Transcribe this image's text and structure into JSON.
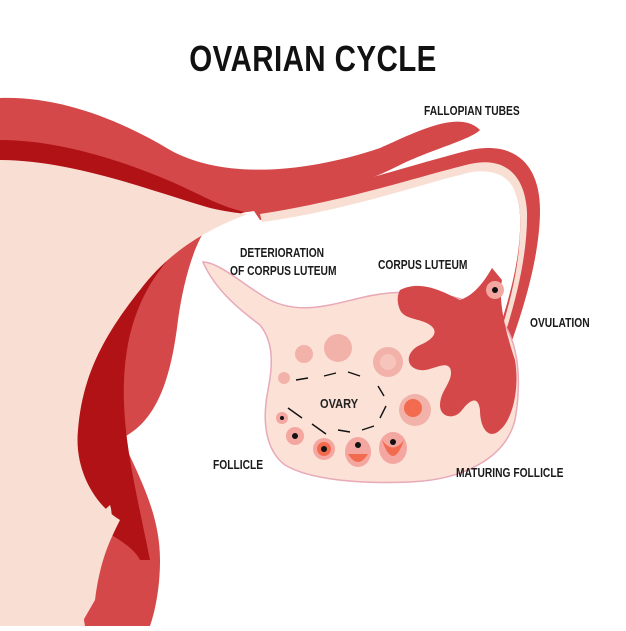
{
  "title": "OVARIAN CYCLE",
  "labels": {
    "fallopian_tubes": "FALLOPIAN TUBES",
    "deterioration_line1": "DETERIORATION",
    "deterioration_line2": "OF CORPUS LUTEUM",
    "corpus_luteum": "CORPUS LUTEUM",
    "ovulation": "OVULATION",
    "ovary": "OVARY",
    "follicle": "FOLLICLE",
    "maturing_follicle": "MATURING FOLLICLE"
  },
  "colors": {
    "background": "#ffffff",
    "uterus_outer": "#d4484a",
    "uterus_dark": "#b01215",
    "tissue_light": "#f9dfd3",
    "ovary_fill": "#fbe1d6",
    "ovary_outline": "#e8a9b8",
    "follicle_pink": "#f4a6a0",
    "follicle_orange": "#f36b4f",
    "corpus_pink": "#f2b2a9",
    "text": "#111111"
  },
  "cycle_stages": [
    "follicle",
    "maturing follicle",
    "ovulation",
    "corpus luteum",
    "deterioration of corpus luteum"
  ]
}
